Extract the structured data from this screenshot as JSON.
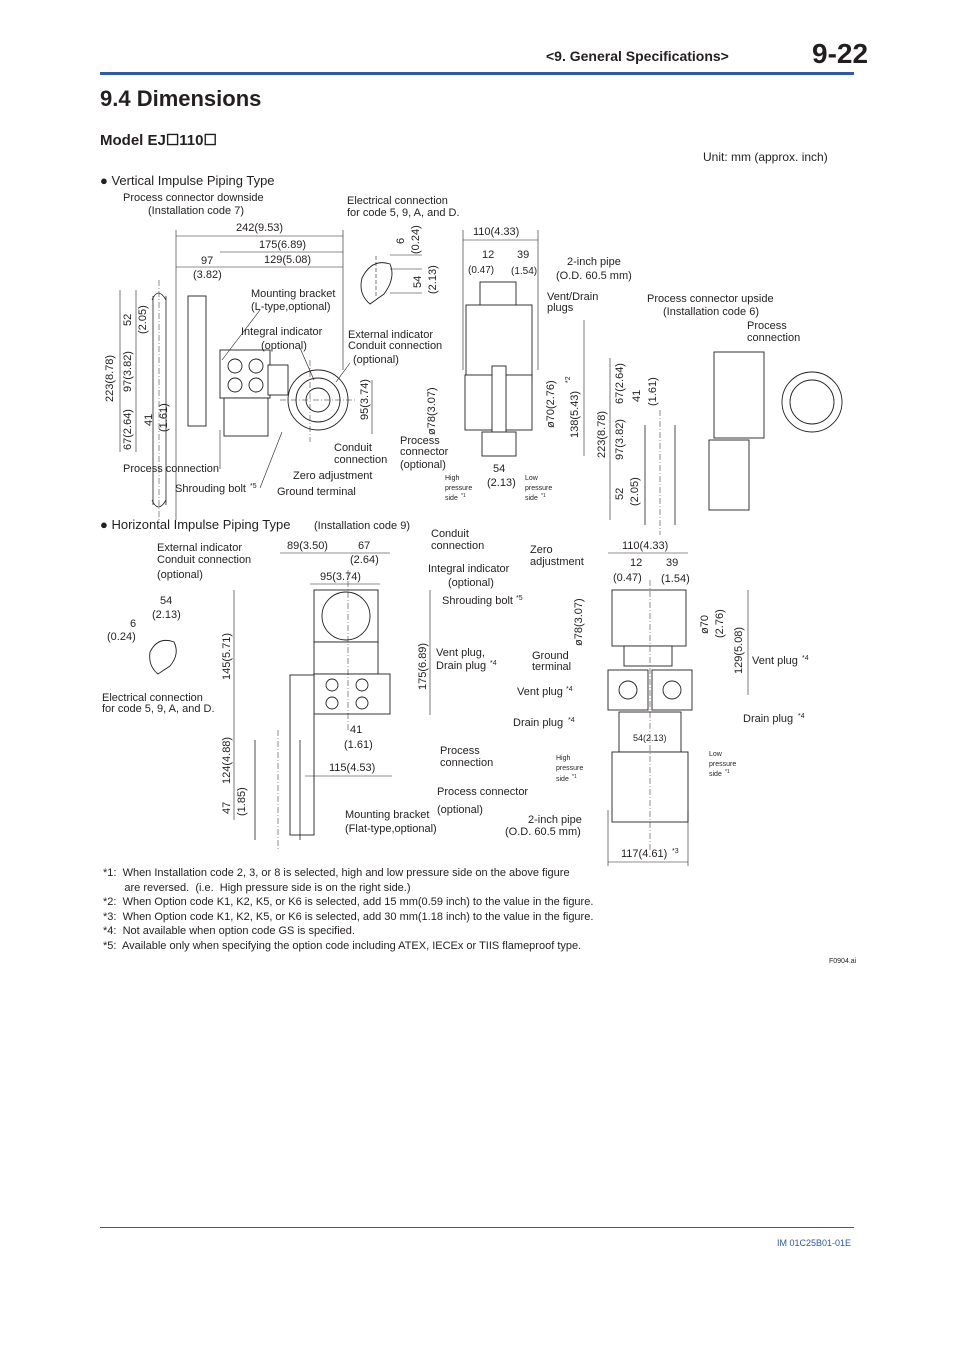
{
  "header": {
    "section": "<9.  General Specifications>",
    "page": "9-22"
  },
  "section_title": "9.4    Dimensions",
  "model_title": "Model EJ☐110☐",
  "unit_note": "Unit: mm (approx. inch)",
  "vertical": {
    "heading": "● Vertical Impulse Piping Type",
    "installation_title": "Process connector downside",
    "installation_code": "(Installation code 7)",
    "elec_conn_title": "Electrical connection",
    "elec_conn_codes": "for code 5, 9, A, and D.",
    "dims": {
      "d242": "242(9.53)",
      "d175": "175(6.89)",
      "d97": "97",
      "d97in": "(3.82)",
      "d129": "129(5.08)",
      "d6": "6",
      "d6in": "(0.24)",
      "d54": "54",
      "d54in": "(2.13)",
      "d110": "110(4.33)",
      "d12": "12",
      "d12in": "(0.47)",
      "d39": "39",
      "d39in": "(1.54)",
      "d52": "52",
      "d52in": "(2.05)",
      "d223": "223(8.78)",
      "d97v": "97(3.82)",
      "d67": "67(2.64)",
      "d41": "41",
      "d41in": "(1.61)",
      "d95": "95(3.74)",
      "d78": "ø78(3.07)",
      "d70": "ø70(2.76)",
      "d138": "138(5.43)",
      "d138sup": "*2",
      "d54b": "54",
      "d54bin": "(2.13)"
    },
    "labels": {
      "mounting_bracket": "Mounting bracket",
      "mounting_bracket_sub": "(L-type,optional)",
      "integral_indicator": "Integral indicator",
      "integral_indicator_sub": "(optional)",
      "ext_indicator": "External indicator",
      "ext_indicator_sub": "Conduit connection",
      "ext_indicator_opt": "(optional)",
      "conduit": "Conduit",
      "conduit_sub": "connection",
      "zero_adj": "Zero adjustment",
      "process_conn": "Process connection",
      "shrouding_bolt": "Shrouding bolt",
      "shrouding_sup": "*5",
      "ground_terminal": "Ground terminal",
      "pipe": "2-inch pipe",
      "pipe_sub": "(O.D. 60.5 mm)",
      "vent_drain": "Vent/Drain",
      "vent_drain_sub": "plugs",
      "process_connector": "Process",
      "process_connector_sub": "connector",
      "process_connector_opt": "(optional)",
      "high_p1": "High",
      "high_p2": "pressure",
      "high_p3": "side",
      "high_sup": "*1",
      "low_p1": "Low",
      "low_p2": "pressure",
      "low_p3": "side",
      "low_sup": "*1"
    },
    "upside": {
      "title": "Process connector upside",
      "code": "(Installation code 6)",
      "process": "Process",
      "connection": "connection",
      "d67": "67(2.64)",
      "d41": "41",
      "d41in": "(1.61)",
      "d223": "223(8.78)",
      "d97": "97(3.82)",
      "d52": "52",
      "d52in": "(2.05)"
    }
  },
  "horizontal": {
    "heading": "● Horizontal Impulse Piping Type",
    "heading_code": "(Installation code 9)",
    "dims": {
      "d89": "89(3.50)",
      "d67": "67",
      "d67in": "(2.64)",
      "d95": "95(3.74)",
      "d54": "54",
      "d54in": "(2.13)",
      "d6": "6",
      "d6in": "(0.24)",
      "d145": "145(5.71)",
      "d175": "175(6.89)",
      "d124": "124(4.88)",
      "d47": "47",
      "d47in": "(1.85)",
      "d41": "41",
      "d41in": "(1.61)",
      "d115": "115(4.53)",
      "d110": "110(4.33)",
      "d12": "12",
      "d12in": "(0.47)",
      "d39": "39",
      "d39in": "(1.54)",
      "d78": "ø78(3.07)",
      "d70": "ø70",
      "d70in": "(2.76)",
      "d129": "129(5.08)",
      "d54b": "54(2.13)",
      "d117": "117(4.61)",
      "d117sup": "*3"
    },
    "labels": {
      "ext_indicator": "External indicator",
      "ext_indicator_sub": "Conduit connection",
      "ext_indicator_opt": "(optional)",
      "conduit": "Conduit",
      "conduit_sub": "connection",
      "integral_indicator": "Integral indicator",
      "integral_indicator_sub": "(optional)",
      "shrouding_bolt": "Shrouding bolt",
      "shrouding_sup": "*5",
      "vent_drain": "Vent plug,",
      "vent_drain_sub": "Drain plug",
      "vent_drain_sup": "*4",
      "elec_conn": "Electrical connection",
      "elec_conn_sub": "for code 5, 9, A, and D.",
      "process_conn": "Process",
      "process_conn_sub": "connection",
      "process_connector": "Process connector",
      "process_connector_opt": "(optional)",
      "mounting_bracket": "Mounting bracket",
      "mounting_bracket_sub": "(Flat-type,optional)",
      "zero_adj": "Zero",
      "zero_adj_sub": "adjustment",
      "ground": "Ground",
      "ground_sub": "terminal",
      "vent_plug": "Vent plug",
      "drain_plug": "Drain plug",
      "plug_sup": "*4",
      "pipe": "2-inch pipe",
      "pipe_sub": "(O.D. 60.5 mm)",
      "high_p1": "High",
      "high_p2": "pressure",
      "high_p3": "side",
      "high_sup": "*1",
      "low_p1": "Low",
      "low_p2": "pressure",
      "low_p3": "side",
      "low_sup": "*1"
    }
  },
  "notes": [
    "*1:  When Installation code 2, 3, or 8 is selected, high and low pressure side on the above figure",
    "       are reversed.  (i.e.  High pressure side is on the right side.)",
    "*2:  When Option code K1, K2, K5, or K6 is selected, add 15 mm(0.59 inch) to the value in the figure.",
    "*3:  When Option code K1, K2, K5, or K6 is selected, add 30 mm(1.18 inch) to the value in the figure.",
    "*4:  Not available when option code GS is specified.",
    "*5:  Available only when specifying the option code including ATEX, IECEx or TIIS flameproof type."
  ],
  "figure_id": "F0904.ai",
  "footer": "IM 01C25B01-01E"
}
